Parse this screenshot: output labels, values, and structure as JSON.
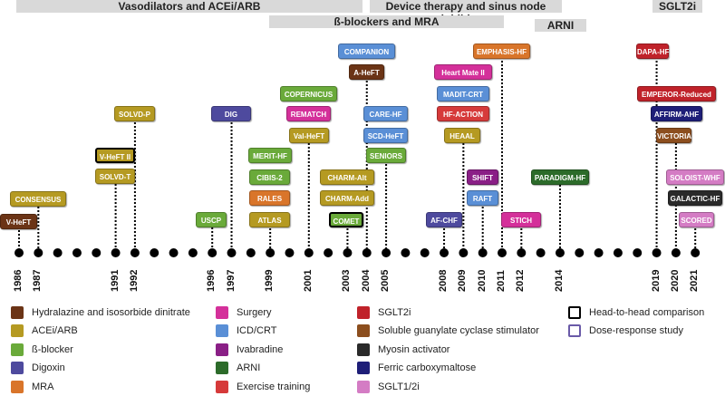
{
  "bands": [
    {
      "label": "Vasodilators and ACEi/ARB"
    },
    {
      "label": "Device therapy and sinus node inhibitors"
    },
    {
      "label": "ß-blockers and MRA"
    },
    {
      "label": "ARNI"
    },
    {
      "label": "SGLT2i"
    }
  ],
  "years": [
    "1986",
    "1987",
    "1991",
    "1992",
    "1996",
    "1997",
    "1999",
    "2001",
    "2003",
    "2004",
    "2005",
    "2008",
    "2009",
    "2010",
    "2011",
    "2012",
    "2014",
    "2019",
    "2020",
    "2021"
  ],
  "trials": [
    {
      "label": "V-HeFT",
      "category": "hydralazine"
    },
    {
      "label": "CONSENSUS",
      "category": "acei"
    },
    {
      "label": "V-HeFT II",
      "category": "acei",
      "head_to_head": true
    },
    {
      "label": "SOLVD-T",
      "category": "acei"
    },
    {
      "label": "SOLVD-P",
      "category": "acei"
    },
    {
      "label": "DIG",
      "category": "digoxin"
    },
    {
      "label": "USCP",
      "category": "bblocker"
    },
    {
      "label": "MERIT-HF",
      "category": "bblocker"
    },
    {
      "label": "CIBIS-2",
      "category": "bblocker"
    },
    {
      "label": "RALES",
      "category": "mra"
    },
    {
      "label": "ATLAS",
      "category": "acei"
    },
    {
      "label": "COPERNICUS",
      "category": "bblocker"
    },
    {
      "label": "REMATCH",
      "category": "surgery"
    },
    {
      "label": "Val-HeFT",
      "category": "acei"
    },
    {
      "label": "COMPANION",
      "category": "icd"
    },
    {
      "label": "A-HeFT",
      "category": "hydralazine"
    },
    {
      "label": "CHARM-Alt",
      "category": "acei"
    },
    {
      "label": "CHARM-Add",
      "category": "acei"
    },
    {
      "label": "COMET",
      "category": "bblocker",
      "head_to_head": true
    },
    {
      "label": "CARE-HF",
      "category": "icd"
    },
    {
      "label": "SCD-HeFT",
      "category": "icd"
    },
    {
      "label": "SENIORS",
      "category": "bblocker"
    },
    {
      "label": "Heart Mate II",
      "category": "surgery"
    },
    {
      "label": "MADIT-CRT",
      "category": "icd"
    },
    {
      "label": "HF-ACTION",
      "category": "exercise"
    },
    {
      "label": "HEAAL",
      "category": "acei"
    },
    {
      "label": "EMPHASIS-HF",
      "category": "mra"
    },
    {
      "label": "SHIFT",
      "category": "ivabradine"
    },
    {
      "label": "RAFT",
      "category": "icd"
    },
    {
      "label": "AF-CHF",
      "category": "digoxin"
    },
    {
      "label": "STICH",
      "category": "surgery"
    },
    {
      "label": "PARADIGM-HF",
      "category": "arni"
    },
    {
      "label": "DAPA-HF",
      "category": "sglt2"
    },
    {
      "label": "EMPEROR-Reduced",
      "category": "sglt2"
    },
    {
      "label": "AFFIRM-AHF",
      "category": "ferric"
    },
    {
      "label": "VICTORIA",
      "category": "sgc"
    },
    {
      "label": "SOLOIST-WHF",
      "category": "sglt12"
    },
    {
      "label": "GALACTIC-HF",
      "category": "myosin"
    },
    {
      "label": "SCORED",
      "category": "sglt12"
    }
  ],
  "colors": {
    "hydralazine": "#6b3416",
    "acei": "#b59a22",
    "bblocker": "#6aaa3a",
    "digoxin": "#4e4a9e",
    "mra": "#d9752a",
    "surgery": "#d4309a",
    "icd": "#5a8fd6",
    "ivabradine": "#8a1f86",
    "arni": "#2c6b2a",
    "exercise": "#d63a3a",
    "sglt2": "#c0222a",
    "sgc": "#8c4e1e",
    "myosin": "#2a2a2a",
    "ferric": "#1e1e78",
    "sglt12": "#d47cc4"
  },
  "legend": [
    {
      "key": "hydralazine",
      "label": "Hydralazine and isosorbide dinitrate"
    },
    {
      "key": "acei",
      "label": "ACEi/ARB"
    },
    {
      "key": "bblocker",
      "label": "ß-blocker"
    },
    {
      "key": "digoxin",
      "label": "Digoxin"
    },
    {
      "key": "mra",
      "label": "MRA"
    },
    {
      "key": "surgery",
      "label": "Surgery"
    },
    {
      "key": "icd",
      "label": "ICD/CRT"
    },
    {
      "key": "ivabradine",
      "label": "Ivabradine"
    },
    {
      "key": "arni",
      "label": "ARNI"
    },
    {
      "key": "exercise",
      "label": "Exercise training"
    },
    {
      "key": "sglt2",
      "label": "SGLT2i"
    },
    {
      "key": "sgc",
      "label": "Soluble guanylate cyclase stimulator"
    },
    {
      "key": "myosin",
      "label": "Myosin activator"
    },
    {
      "key": "ferric",
      "label": "Ferric carboxymaltose"
    },
    {
      "key": "sglt12",
      "label": "SGLT1/2i"
    },
    {
      "key": "h2h",
      "label": "Head-to-head comparison",
      "outline": "#000000"
    },
    {
      "key": "dose",
      "label": "Dose-response study",
      "outline": "#6a5aa8"
    }
  ]
}
